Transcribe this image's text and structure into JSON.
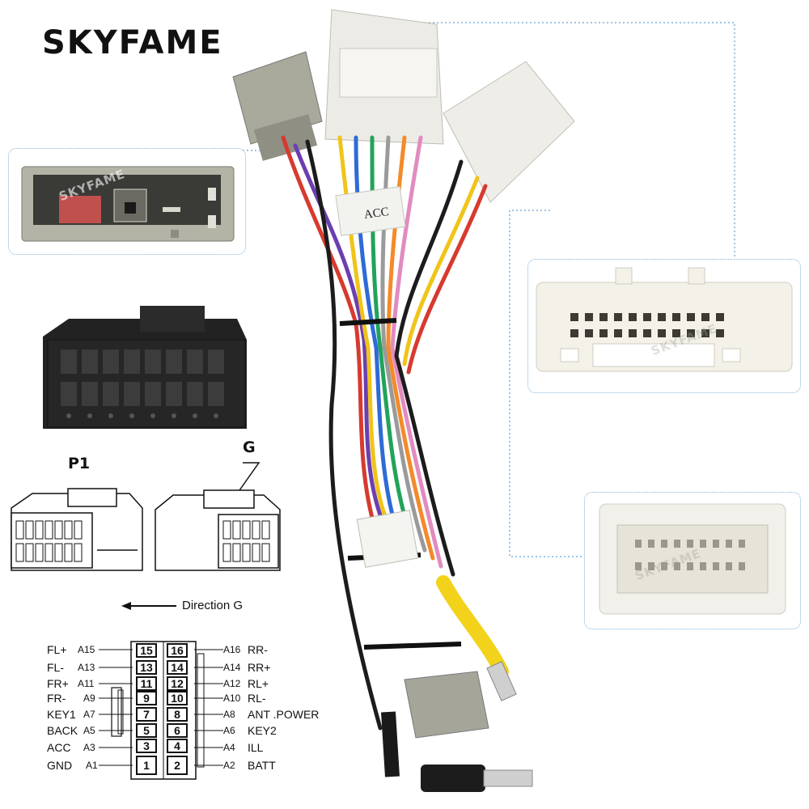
{
  "brand": "SKYFAME",
  "watermark": "SKYFAME",
  "accent_color": "#7fb3e0",
  "harness_tag": "ACC",
  "connector_labels": {
    "p1": "P1",
    "g": "G",
    "direction": "Direction G"
  },
  "pinout": {
    "left_labels": [
      "FL+",
      "FL-",
      "FR+",
      "FR-",
      "KEY1",
      "BACK",
      "ACC",
      "GND"
    ],
    "left_codes": [
      "A15",
      "A13",
      "A11",
      "A9",
      "A7",
      "A5",
      "A3",
      "A1"
    ],
    "left_pins": [
      "15",
      "13",
      "11",
      "9",
      "7",
      "5",
      "3",
      "1"
    ],
    "right_pins": [
      "16",
      "14",
      "12",
      "10",
      "8",
      "6",
      "4",
      "2"
    ],
    "right_codes": [
      "A16",
      "A14",
      "A12",
      "A10",
      "A8",
      "A6",
      "A4",
      "A2"
    ],
    "right_labels": [
      "RR-",
      "RR+",
      "RL+",
      "RL-",
      "ANT .POWER",
      "KEY2",
      "ILL",
      "BATT"
    ]
  }
}
